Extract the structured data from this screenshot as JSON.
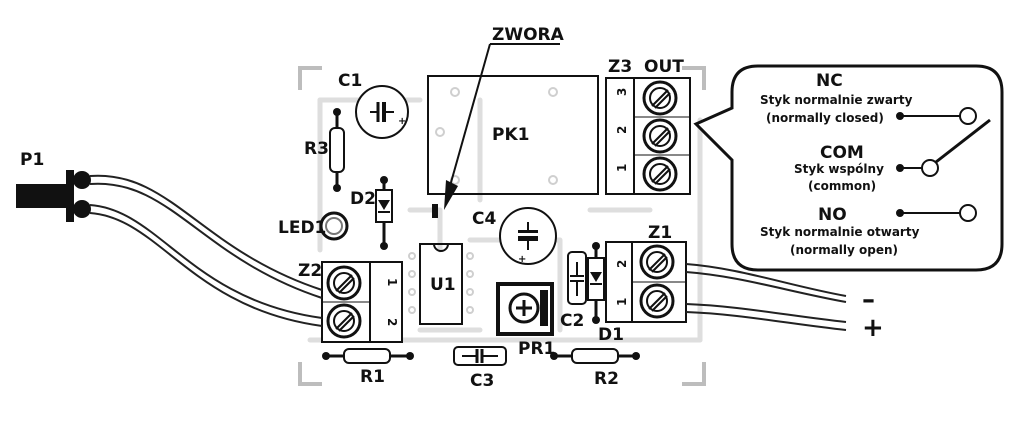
{
  "components": {
    "zwora": "ZWORA",
    "c1": "C1",
    "pk1": "PK1",
    "z3": "Z3",
    "out": "OUT",
    "r3": "R3",
    "d2": "D2",
    "led1": "LED1",
    "c4": "C4",
    "z1": "Z1",
    "z2": "Z2",
    "u1": "U1",
    "c2": "C2",
    "d1": "D1",
    "pr1": "PR1",
    "r1": "R1",
    "c3": "C3",
    "r2": "R2",
    "p1": "P1"
  },
  "terminals": {
    "z3": [
      "3",
      "2",
      "1"
    ],
    "z1": [
      "2",
      "1"
    ],
    "z2": [
      "1",
      "2"
    ]
  },
  "polarity": {
    "minus": "–",
    "plus": "+"
  },
  "callout": {
    "nc_title": "NC",
    "nc_desc": "Styk normalnie zwarty",
    "nc_sub": "(normally  closed)",
    "com_title": "COM",
    "com_desc": "Styk wspólny",
    "com_sub": "(common)",
    "no_title": "NO",
    "no_desc": "Styk normalnie otwarty",
    "no_sub": "(normally open)"
  }
}
